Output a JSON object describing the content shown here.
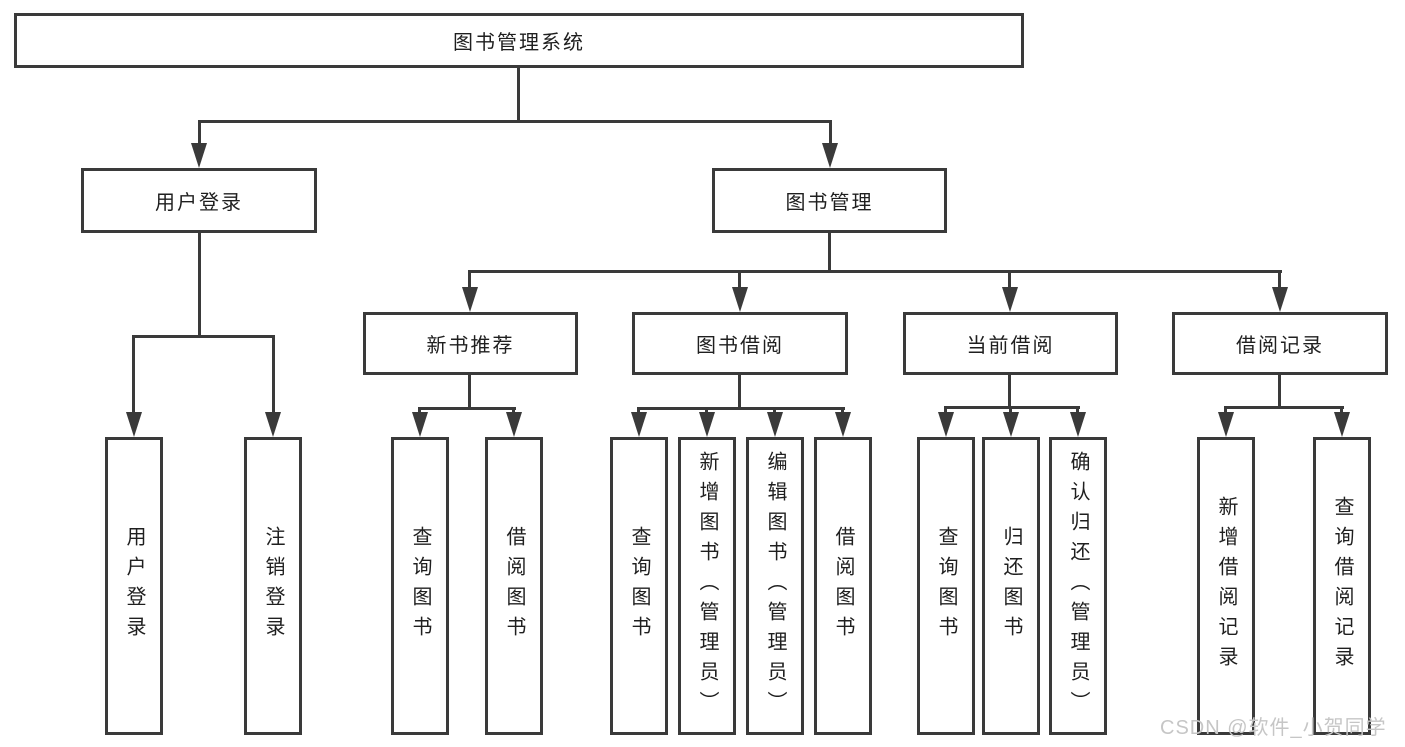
{
  "tree": {
    "label": "图书管理系统",
    "children": [
      {
        "label": "用户登录",
        "children": [
          {
            "label": "用户登录"
          },
          {
            "label": "注销登录"
          }
        ]
      },
      {
        "label": "图书管理",
        "children": [
          {
            "label": "新书推荐",
            "children": [
              {
                "label": "查询图书"
              },
              {
                "label": "借阅图书"
              }
            ]
          },
          {
            "label": "图书借阅",
            "children": [
              {
                "label": "查询图书"
              },
              {
                "label": "新增图书（管理员）"
              },
              {
                "label": "编辑图书（管理员）"
              },
              {
                "label": "借阅图书"
              }
            ]
          },
          {
            "label": "当前借阅",
            "children": [
              {
                "label": "查询图书"
              },
              {
                "label": "归还图书"
              },
              {
                "label": "确认归还（管理员）"
              }
            ]
          },
          {
            "label": "借阅记录",
            "children": [
              {
                "label": "新增借阅记录"
              },
              {
                "label": "查询借阅记录"
              }
            ]
          }
        ]
      }
    ]
  },
  "watermark": {
    "text": "CSDN @软件_小贺同学"
  },
  "colors": {
    "line": "#3a3a3a",
    "box_border": "#3a3a3a",
    "text": "#1f1f1f",
    "background": "#ffffff",
    "watermark": "#c6c6c6"
  }
}
